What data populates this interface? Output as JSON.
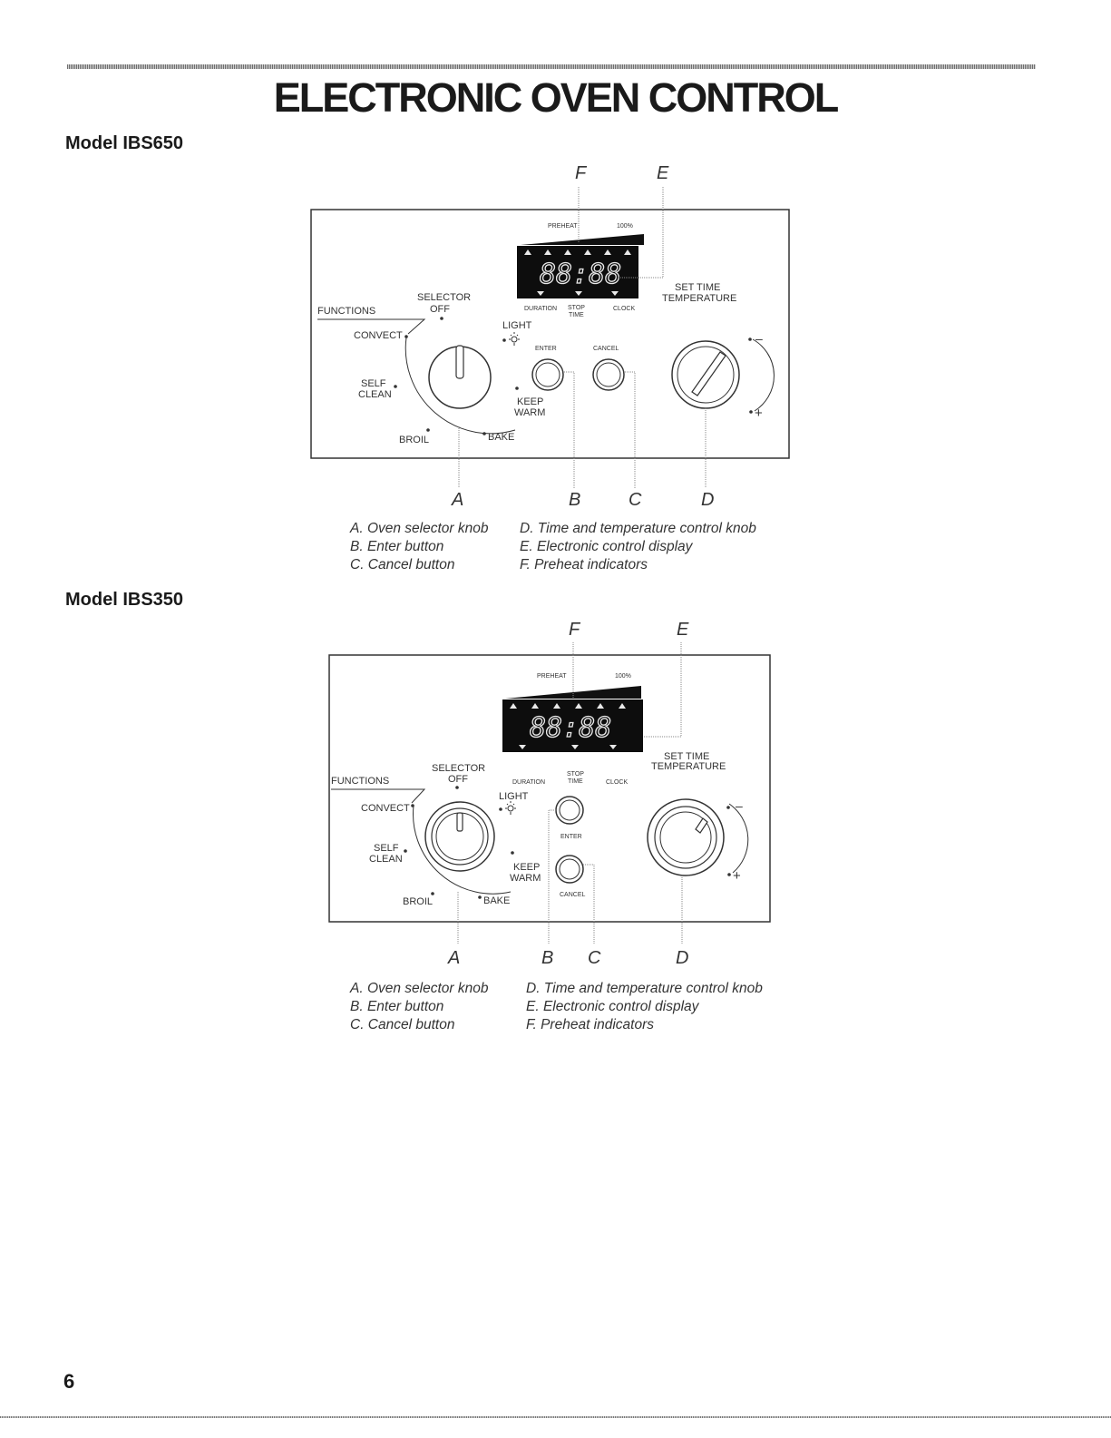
{
  "page": {
    "title": "ELECTRONIC OVEN CONTROL",
    "page_number": "6"
  },
  "models": [
    {
      "heading": "Model IBS650",
      "callouts": {
        "A": "A",
        "B": "B",
        "C": "C",
        "D": "D",
        "E": "E",
        "F": "F"
      },
      "panel": {
        "preheat": "PREHEAT",
        "percent": "100%",
        "display_digits": "88:88",
        "duration": "DURATION",
        "stop": "STOP",
        "time": "TIME",
        "clock": "CLOCK",
        "selector": "SELECTOR",
        "off": "OFF",
        "functions": "FUNCTIONS",
        "convect": "CONVECT",
        "self": "SELF",
        "clean": "CLEAN",
        "broil": "BROIL",
        "bake": "BAKE",
        "light": "LIGHT",
        "keep": "KEEP",
        "warm": "WARM",
        "enter": "ENTER",
        "cancel": "CANCEL",
        "set_time": "SET TIME",
        "temperature": "TEMPERATURE",
        "minus": "–",
        "plus": "+"
      },
      "legend": {
        "left": [
          "A. Oven selector knob",
          "B. Enter button",
          "C. Cancel button"
        ],
        "right": [
          "D. Time and temperature control knob",
          "E. Electronic control display",
          "F. Preheat indicators"
        ]
      }
    },
    {
      "heading": "Model IBS350",
      "callouts": {
        "A": "A",
        "B": "B",
        "C": "C",
        "D": "D",
        "E": "E",
        "F": "F"
      },
      "panel": {
        "preheat": "PREHEAT",
        "percent": "100%",
        "display_digits": "88:88",
        "duration": "DURATION",
        "stop": "STOP",
        "time": "TIME",
        "clock": "CLOCK",
        "selector": "SELECTOR",
        "off": "OFF",
        "functions": "FUNCTIONS",
        "convect": "CONVECT",
        "self": "SELF",
        "clean": "CLEAN",
        "broil": "BROIL",
        "bake": "BAKE",
        "light": "LIGHT",
        "keep": "KEEP",
        "warm": "WARM",
        "enter": "ENTER",
        "cancel": "CANCEL",
        "set_time": "SET TIME",
        "temperature": "TEMPERATURE",
        "minus": "–",
        "plus": "+"
      },
      "legend": {
        "left": [
          "A. Oven selector knob",
          "B. Enter button",
          "C. Cancel button"
        ],
        "right": [
          "D. Time and temperature control knob",
          "E. Electronic control display",
          "F. Preheat indicators"
        ]
      }
    }
  ]
}
